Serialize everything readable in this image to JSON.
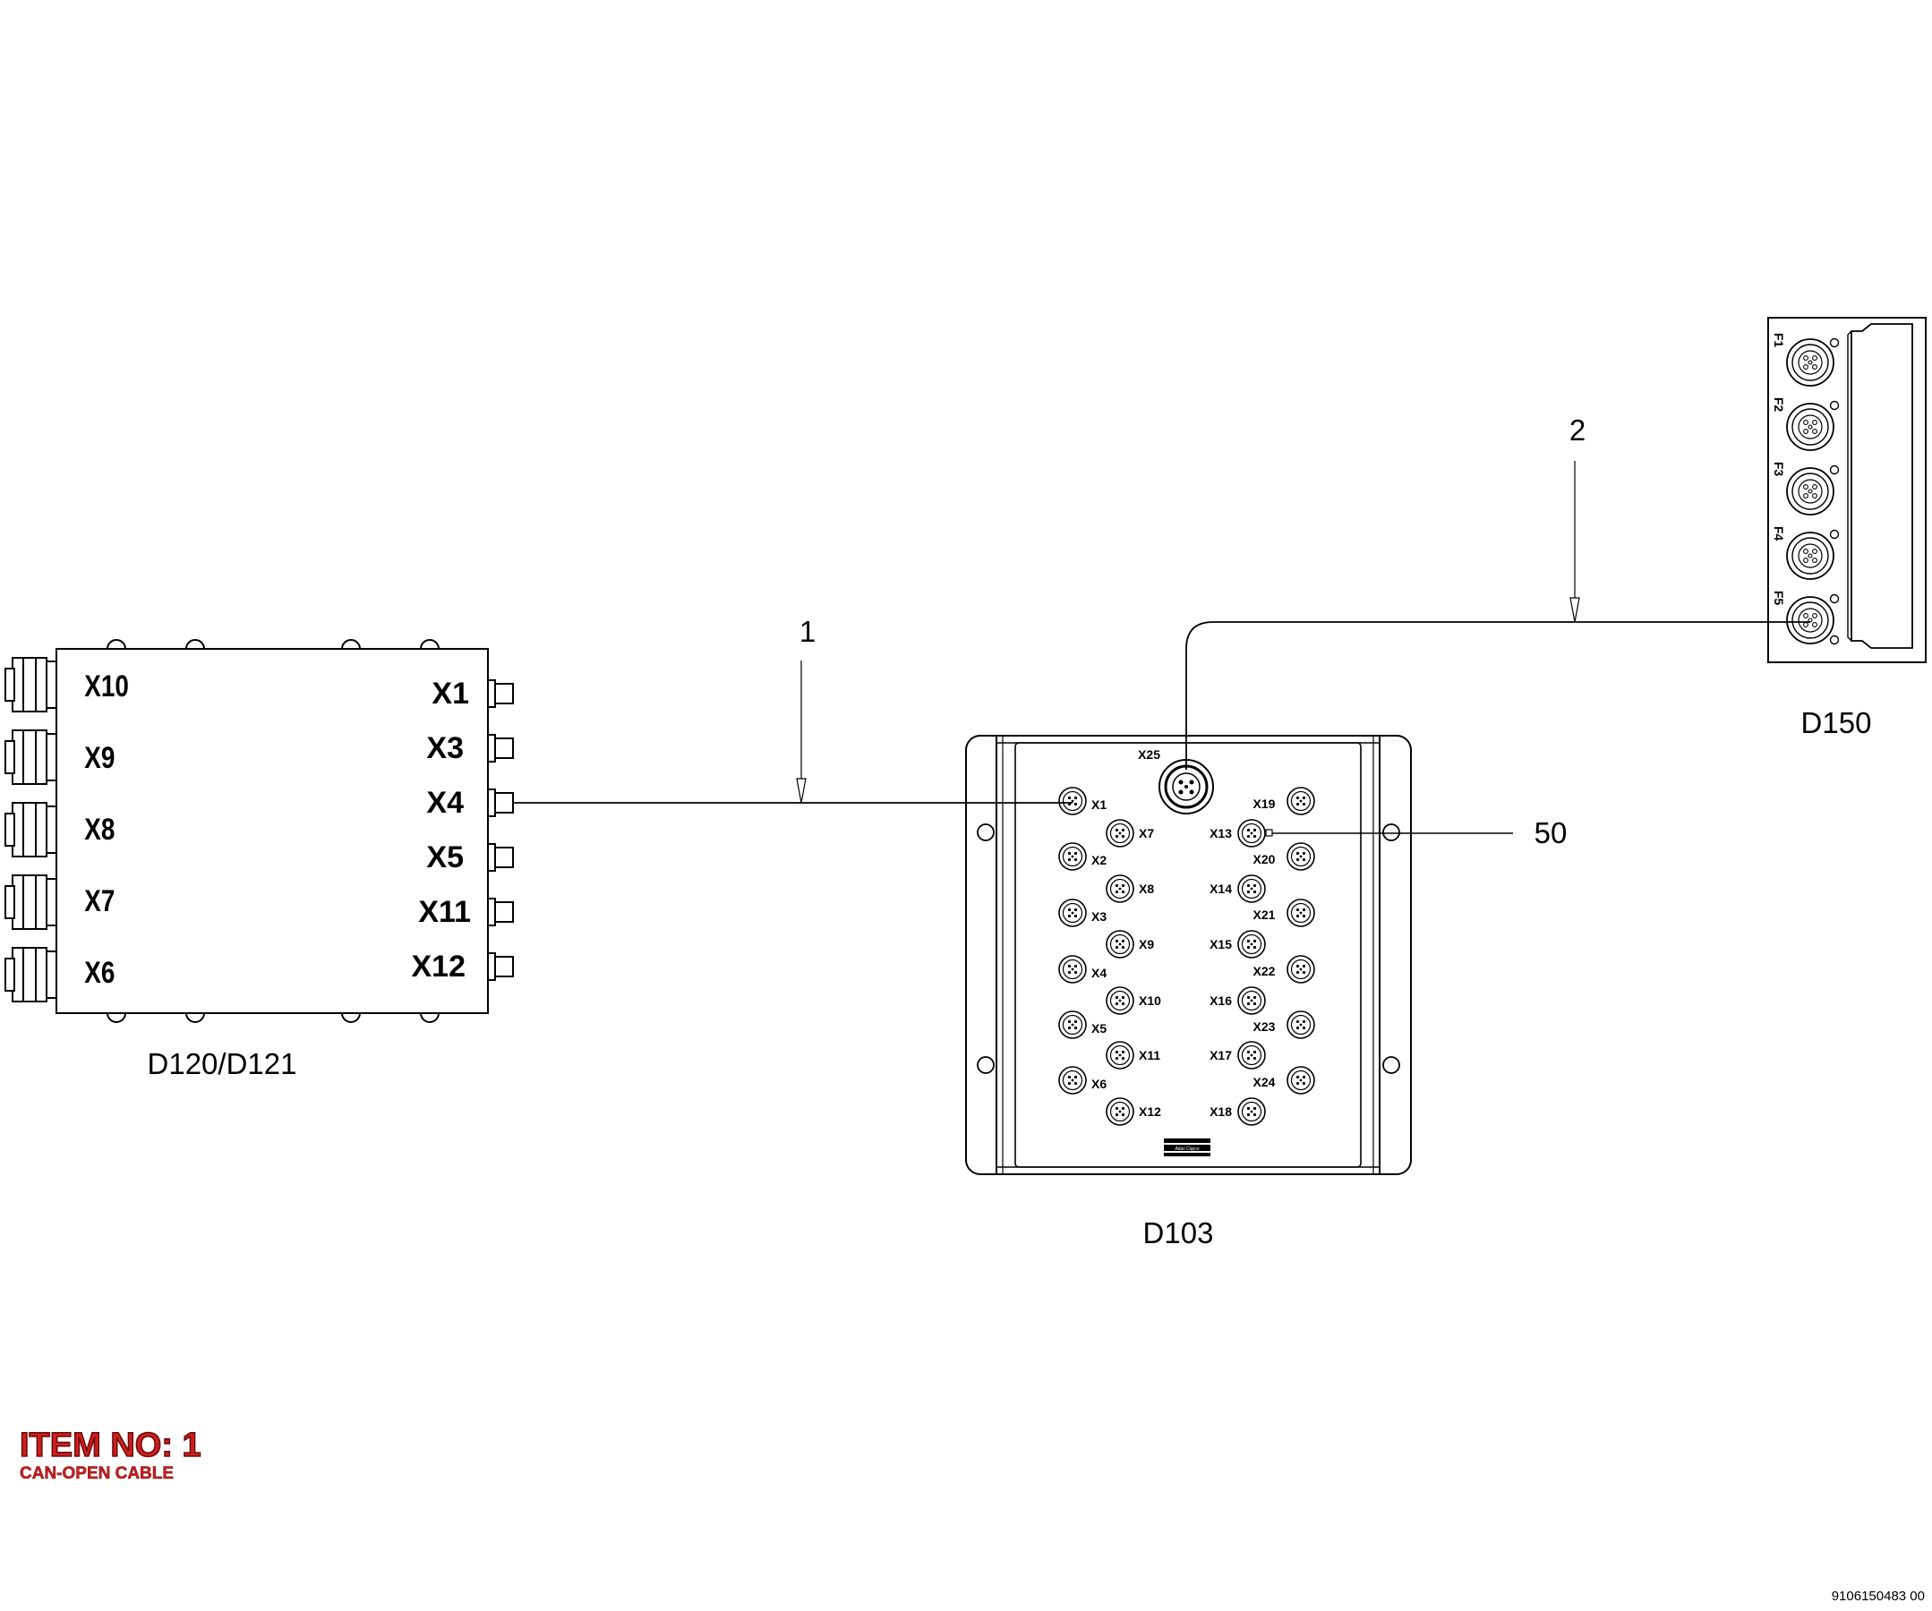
{
  "devices": {
    "d120": {
      "label": "D120/D121",
      "left_ports": [
        "X10",
        "X9",
        "X8",
        "X7",
        "X6"
      ],
      "right_ports": [
        "X1",
        "X3",
        "X4",
        "X5",
        "X11",
        "X12"
      ]
    },
    "d103": {
      "label": "D103",
      "top_port": "X25",
      "col1": [
        "X1",
        "X2",
        "X3",
        "X4",
        "X5",
        "X6"
      ],
      "col2": [
        "X7",
        "X8",
        "X9",
        "X10",
        "X11",
        "X12"
      ],
      "col3": [
        "X13",
        "X14",
        "X15",
        "X16",
        "X17",
        "X18"
      ],
      "col4": [
        "X19",
        "X20",
        "X21",
        "X22",
        "X23",
        "X24"
      ],
      "logo": "Atlas Copco"
    },
    "d150": {
      "label": "D150",
      "ports": [
        "F1",
        "F2",
        "F3",
        "F4",
        "F5"
      ]
    }
  },
  "callouts": {
    "cable1": "1",
    "cable2": "2",
    "ref50": "50"
  },
  "item": {
    "title": "ITEM NO: 1",
    "subtitle": "CAN-OPEN CABLE"
  },
  "doc_number": "9106150483 00",
  "colors": {
    "line": "#000000",
    "item_text": "#cc1f1f"
  }
}
